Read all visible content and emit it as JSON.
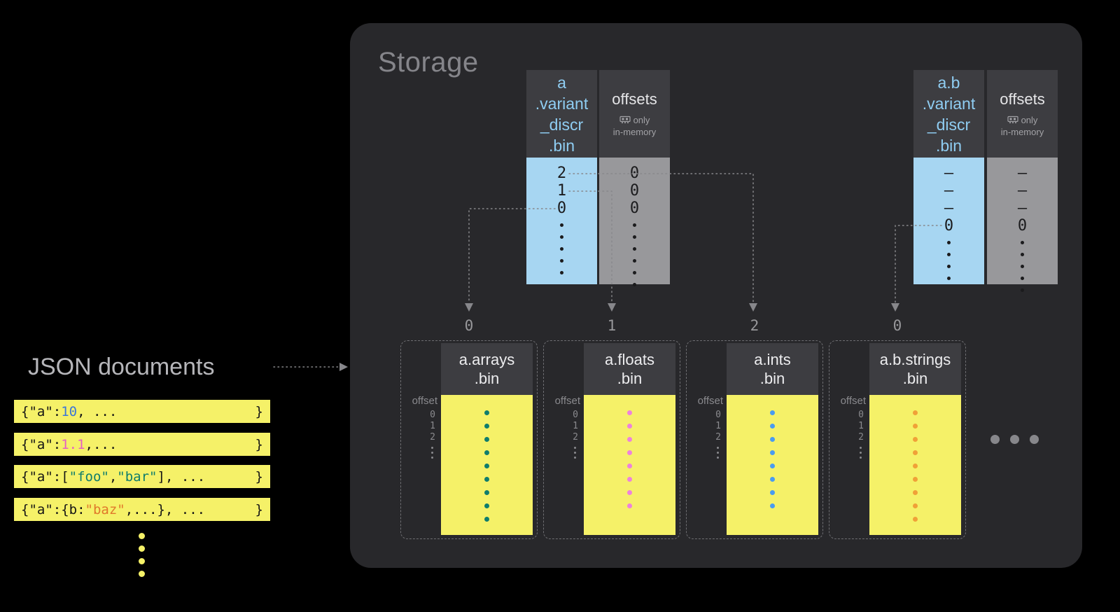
{
  "storage": {
    "title": "Storage",
    "left_pair": {
      "discr": {
        "header_lines": [
          "a",
          ".variant",
          "_discr",
          ".bin"
        ],
        "values": [
          "2",
          "1",
          "0"
        ],
        "more_dots": {
          "count": 5,
          "color": "#1b1b1d"
        }
      },
      "offsets": {
        "header": "offsets",
        "note_word": "only",
        "note_line2": "in-memory",
        "values": [
          "0",
          "0",
          "0"
        ],
        "more_dots": {
          "count": 6,
          "color": "#1b1b1d"
        }
      }
    },
    "right_pair": {
      "discr": {
        "header_lines": [
          "a.b",
          ".variant",
          "_discr",
          ".bin"
        ],
        "values": [
          "–",
          "–",
          "–",
          "0"
        ],
        "more_dots": {
          "count": 4,
          "color": "#1b1b1d"
        }
      },
      "offsets": {
        "header": "offsets",
        "note_word": "only",
        "note_line2": "in-memory",
        "values": [
          "–",
          "–",
          "–",
          "0"
        ],
        "more_dots": {
          "count": 5,
          "color": "#1b1b1d"
        }
      }
    },
    "offset_more_dots": {
      "count": 3,
      "color": "#8a8a8e"
    },
    "shred_columns": [
      {
        "index_label": "0",
        "header_line1": "a.arrays",
        "header_line2": ".bin",
        "offset_label": "offset",
        "offset_values": [
          "0",
          "1",
          "2"
        ],
        "value_dots": {
          "count": 9,
          "color": "#0f7d6c"
        }
      },
      {
        "index_label": "1",
        "header_line1": "a.floats",
        "header_line2": ".bin",
        "offset_label": "offset",
        "offset_values": [
          "0",
          "1",
          "2"
        ],
        "value_dots": {
          "count": 8,
          "color": "#ee82dc"
        }
      },
      {
        "index_label": "2",
        "header_line1": "a.ints",
        "header_line2": ".bin",
        "offset_label": "offset",
        "offset_values": [
          "0",
          "1",
          "2"
        ],
        "value_dots": {
          "count": 8,
          "color": "#4a9cf0"
        }
      },
      {
        "index_label": "0",
        "header_line1": "a.b.strings",
        "header_line2": ".bin",
        "offset_label": "offset",
        "offset_values": [
          "0",
          "1",
          "2"
        ],
        "value_dots": {
          "count": 9,
          "color": "#f0a138"
        }
      }
    ],
    "ellipsis_dots": {
      "count": 3,
      "color": "#87878b"
    }
  },
  "left": {
    "title": "JSON documents",
    "docs": [
      {
        "pre": "{\"a\":",
        "value": "10",
        "post": ", ...",
        "close": "}",
        "value_color": "#3b76d8"
      },
      {
        "pre": "{\"a\":",
        "value": "1.1",
        "post": ",...",
        "close": "}",
        "value_color": "#e55ec4"
      },
      {
        "pre": "{\"a\":[",
        "value1": "\"foo\"",
        "comma": ",",
        "value2": "\"bar\"",
        "post": "], ...",
        "close": "}",
        "value_color": "#0f7d6c"
      },
      {
        "pre": "{\"a\":{b:",
        "value": "\"baz\"",
        "post": ",...}, ...",
        "close": "}",
        "value_color": "#e0782a"
      }
    ],
    "more_docs_dots": {
      "count": 4,
      "color": "#f5f168"
    }
  },
  "colors": {
    "background": "#000000",
    "panel": "#28282b",
    "column_header_bg": "#3d3d41",
    "discr_header_text": "#8fcdf2",
    "discr_body": "#a7d6f2",
    "offsets_body": "#98989b",
    "shred_body": "#f5f168",
    "muted_text": "#87878b"
  }
}
